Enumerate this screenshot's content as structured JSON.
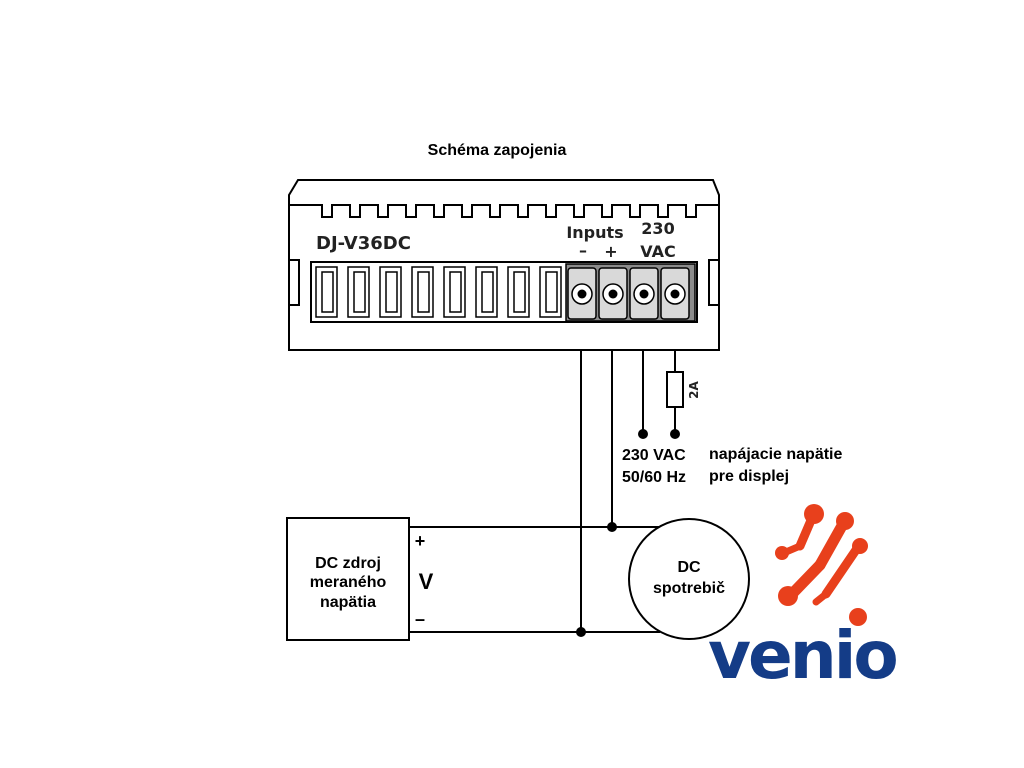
{
  "title": "Schéma zapojenia",
  "device": {
    "model": "DJ-V36DC",
    "inputs_label": "Inputs",
    "minus_label": "–",
    "plus_label": "+",
    "vac_label_line1": "230",
    "vac_label_line2": "VAC"
  },
  "fuse_label": "2A",
  "supply": {
    "line1": "230 VAC",
    "line2": "50/60 Hz",
    "desc_line1": "napájacie napätie",
    "desc_line2": "pre displej"
  },
  "source": {
    "line1": "DC zdroj",
    "line2": "meraného",
    "line3": "napätia",
    "plus": "+",
    "v": "V",
    "minus": "–"
  },
  "load": {
    "line1": "DC",
    "line2": "spotrebič"
  },
  "logo": {
    "text": "venio",
    "text_color": "#143c87",
    "accent_color": "#e8401c"
  }
}
